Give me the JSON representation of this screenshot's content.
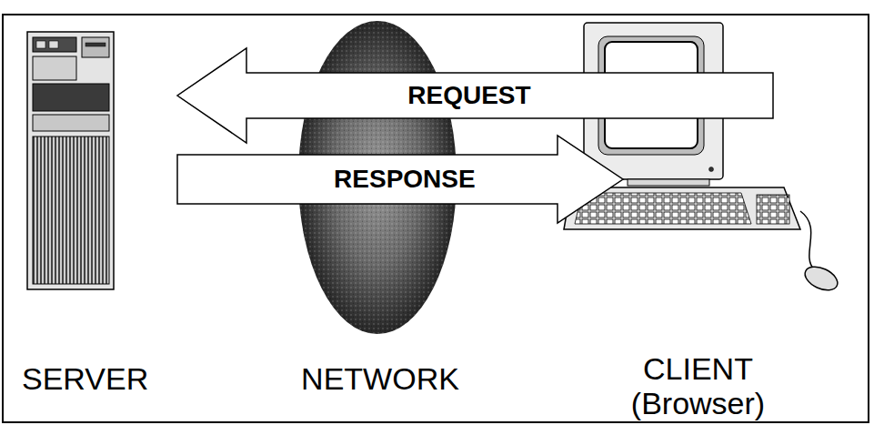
{
  "diagram": {
    "nodes": [
      {
        "text": [
          "SERVER"
        ]
      },
      {
        "text": [
          "NETWORK"
        ]
      },
      {
        "text": [
          "CLIENT (Browser)"
        ]
      }
    ],
    "edges": [
      {
        "from": 2,
        "to": 0,
        "arrow": "to",
        "label": "REQUEST"
      },
      {
        "from": 0,
        "to": 2,
        "arrow": "to",
        "label": "RESPONSE"
      }
    ]
  }
}
